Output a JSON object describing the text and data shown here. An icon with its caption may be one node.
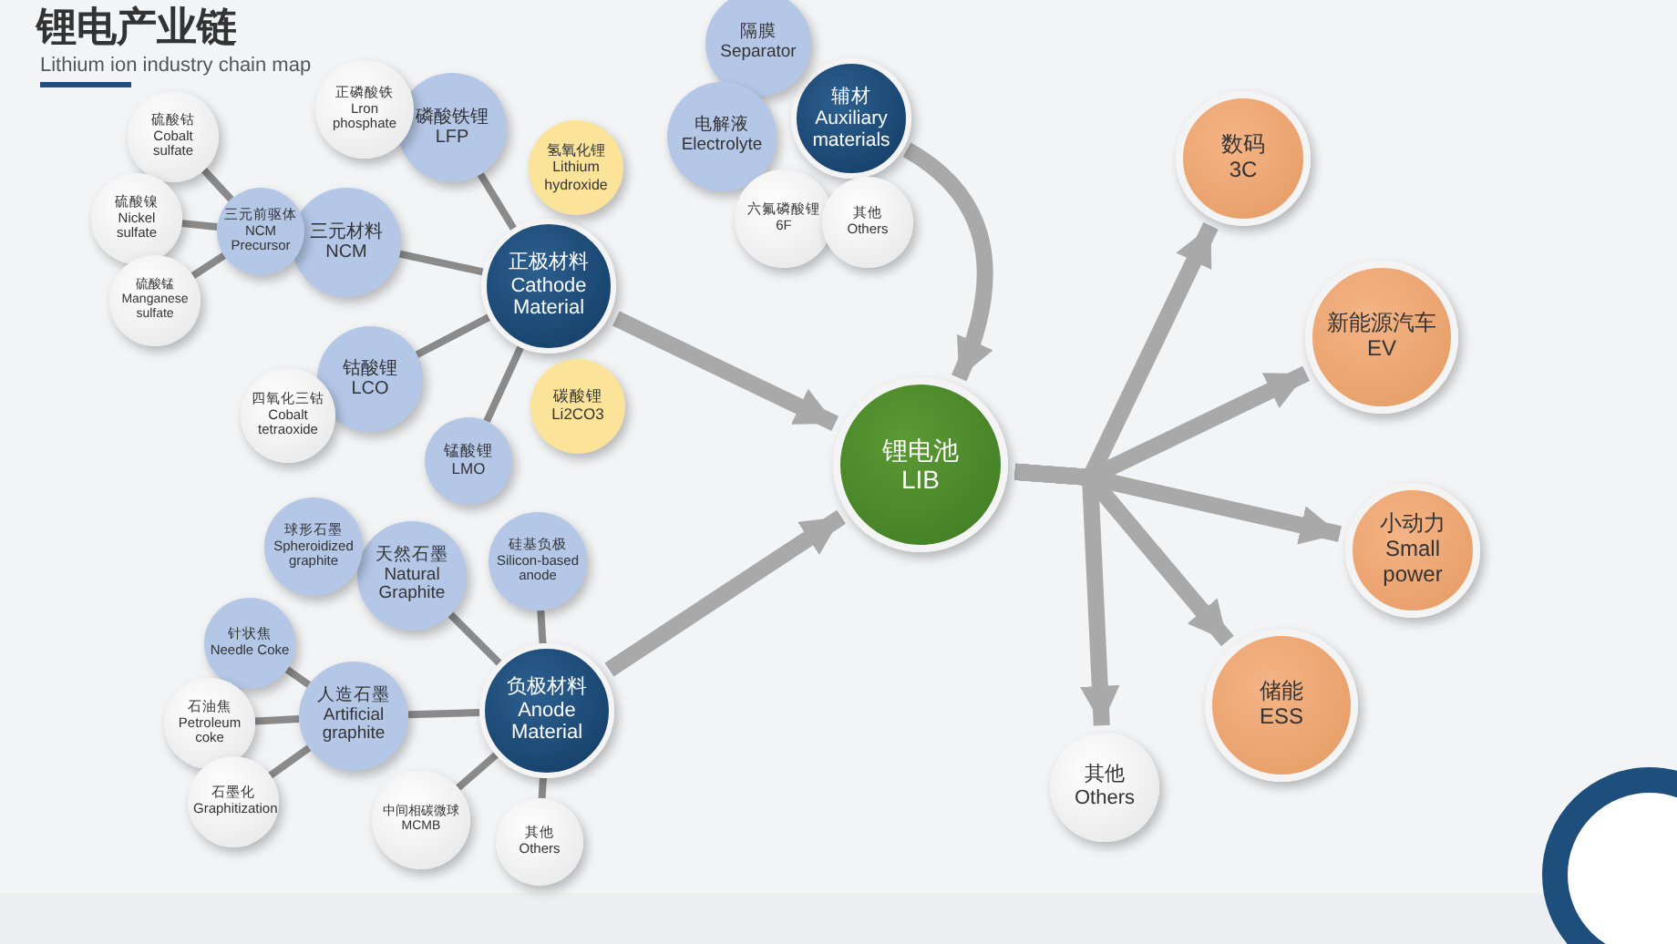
{
  "diagram": {
    "title": "锂电产业链",
    "nodes": [
      {
        "text": [
          "正极材料",
          "Cathode Material"
        ]
      },
      {
        "text": [
          "磷酸铁锂",
          "LFP"
        ]
      },
      {
        "text": [
          "正磷酸铁",
          "Lron phosphate"
        ]
      },
      {
        "text": [
          "氢氧化锂",
          "Lithium hydroxide"
        ]
      },
      {
        "text": [
          "三元材料",
          "NCM"
        ]
      },
      {
        "text": [
          "三元前驱体",
          "NCM Precursor"
        ]
      },
      {
        "text": [
          "硫酸钴",
          "Cobalt sulfate"
        ]
      },
      {
        "text": [
          "硫酸镍",
          "Nickel sulfate"
        ]
      },
      {
        "text": [
          "硫酸锰",
          "Manganese sulfate"
        ]
      },
      {
        "text": [
          "钴酸锂",
          "LCO"
        ]
      },
      {
        "text": [
          "四氧化三钴",
          "Cobalt tetraoxide"
        ]
      },
      {
        "text": [
          "碳酸锂",
          "Li2CO3"
        ]
      },
      {
        "text": [
          "锰酸锂",
          "LMO"
        ]
      },
      {
        "text": [
          "负极材料",
          "Anode Material"
        ]
      },
      {
        "text": [
          "天然石墨",
          "Natural Graphite"
        ]
      },
      {
        "text": [
          "球形石墨",
          "Spheroidized graphite"
        ]
      },
      {
        "text": [
          "硅基负极",
          "Silicon-based anode"
        ]
      },
      {
        "text": [
          "人造石墨",
          "Artificial graphite"
        ]
      },
      {
        "text": [
          "针状焦",
          "Needle Coke"
        ]
      },
      {
        "text": [
          "石油焦",
          "Petroleum coke"
        ]
      },
      {
        "text": [
          "石墨化",
          "Graphitization"
        ]
      },
      {
        "text": [
          "中间相碳微球",
          "MCMB"
        ]
      },
      {
        "text": [
          "其他",
          "Others"
        ]
      },
      {
        "text": [
          "辅材",
          "Auxiliary materials"
        ]
      },
      {
        "text": [
          "隔膜",
          "Separator"
        ]
      },
      {
        "text": [
          "电解液",
          "Electrolyte"
        ]
      },
      {
        "text": [
          "六氟磷酸锂",
          "6F"
        ]
      },
      {
        "text": [
          "其他",
          "Others"
        ]
      },
      {
        "text": [
          "锂电池",
          "LIB"
        ]
      },
      {
        "text": [
          "数码",
          "3C"
        ]
      },
      {
        "text": [
          "新能源汽车",
          "EV"
        ]
      },
      {
        "text": [
          "小动力",
          "Small power"
        ]
      },
      {
        "text": [
          "储能",
          "ESS"
        ]
      },
      {
        "text": [
          "其他",
          "Others"
        ]
      }
    ],
    "edges": [
      {
        "from": 0,
        "to": 1,
        "arrow": "none"
      },
      {
        "from": 0,
        "to": 4,
        "arrow": "none"
      },
      {
        "from": 0,
        "to": 9,
        "arrow": "none"
      },
      {
        "from": 0,
        "to": 12,
        "arrow": "none"
      },
      {
        "from": 5,
        "to": 6,
        "arrow": "none"
      },
      {
        "from": 5,
        "to": 7,
        "arrow": "none"
      },
      {
        "from": 5,
        "to": 8,
        "arrow": "none"
      },
      {
        "from": 13,
        "to": 14,
        "arrow": "none"
      },
      {
        "from": 13,
        "to": 16,
        "arrow": "none"
      },
      {
        "from": 13,
        "to": 17,
        "arrow": "none"
      },
      {
        "from": 13,
        "to": 21,
        "arrow": "none"
      },
      {
        "from": 13,
        "to": 22,
        "arrow": "none"
      },
      {
        "from": 17,
        "to": 18,
        "arrow": "none"
      },
      {
        "from": 17,
        "to": 19,
        "arrow": "none"
      },
      {
        "from": 17,
        "to": 20,
        "arrow": "none"
      },
      {
        "from": 0,
        "to": 28,
        "arrow": "to",
        "style": "thick"
      },
      {
        "from": 13,
        "to": 28,
        "arrow": "to",
        "style": "thick"
      },
      {
        "from": 23,
        "to": 28,
        "arrow": "to",
        "style": "thick"
      },
      {
        "from": 28,
        "to": 29,
        "arrow": "to",
        "style": "thick"
      },
      {
        "from": 28,
        "to": 30,
        "arrow": "to",
        "style": "thick"
      },
      {
        "from": 28,
        "to": 31,
        "arrow": "to",
        "style": "thick"
      },
      {
        "from": 28,
        "to": 32,
        "arrow": "to",
        "style": "thick"
      },
      {
        "from": 28,
        "to": 33,
        "arrow": "to",
        "style": "thick"
      }
    ],
    "labels": [
      "Lithium ion industry chain map"
    ]
  }
}
